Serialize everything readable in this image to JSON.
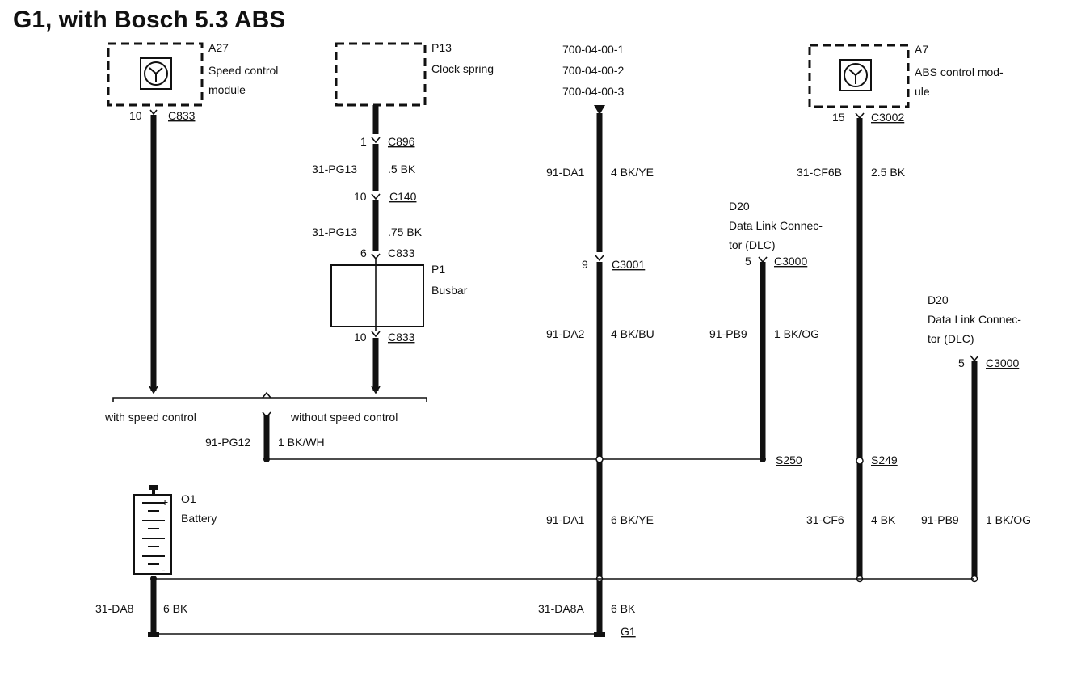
{
  "title": "G1, with Bosch 5.3 ABS",
  "components": {
    "a27": {
      "id": "A27",
      "line1": "Speed control",
      "line2": "module"
    },
    "p13": {
      "id": "P13",
      "line1": "Clock spring"
    },
    "refs": [
      "700-04-00-1",
      "700-04-00-2",
      "700-04-00-3"
    ],
    "a7": {
      "id": "A7",
      "line1": "ABS control mod-",
      "line2": "ule"
    },
    "d20a": {
      "id": "D20",
      "line1": "Data Link Connec-",
      "line2": "tor (DLC)"
    },
    "d20b": {
      "id": "D20",
      "line1": "Data Link Connec-",
      "line2": "tor (DLC)"
    },
    "p1": {
      "id": "P1",
      "line1": "Busbar"
    },
    "o1": {
      "id": "O1",
      "line1": "Battery"
    }
  },
  "connectors": {
    "a27_pin": "10",
    "a27_conn": "C833",
    "p13_pin": "1",
    "p13_conn": "C896",
    "c140_pin": "10",
    "c140_conn": "C140",
    "p1_top_pin": "6",
    "p1_top_conn": "C833",
    "p1_bot_pin": "10",
    "p1_bot_conn": "C833",
    "c3001_pin": "9",
    "c3001_conn": "C3001",
    "a7_pin": "15",
    "a7_conn": "C3002",
    "d20a_pin": "5",
    "d20a_conn": "C3000",
    "d20b_pin": "5",
    "d20b_conn": "C3000"
  },
  "wires": {
    "pg13a_circuit": "31-PG13",
    "pg13a_spec": ".5 BK",
    "pg13b_circuit": "31-PG13",
    "pg13b_spec": ".75 BK",
    "da1a_circuit": "91-DA1",
    "da1a_spec": "4 BK/YE",
    "cf6b_circuit": "31-CF6B",
    "cf6b_spec": "2.5 BK",
    "da2_circuit": "91-DA2",
    "da2_spec": "4 BK/BU",
    "pb9a_circuit": "91-PB9",
    "pb9a_spec": "1 BK/OG",
    "pg12_circuit": "91-PG12",
    "pg12_spec": "1 BK/WH",
    "da1b_circuit": "91-DA1",
    "da1b_spec": "6 BK/YE",
    "cf6_circuit": "31-CF6",
    "cf6_spec": "4 BK",
    "pb9b_circuit": "91-PB9",
    "pb9b_spec": "1 BK/OG",
    "da8_circuit": "31-DA8",
    "da8_spec": "6 BK",
    "da8a_circuit": "31-DA8A",
    "da8a_spec": "6 BK"
  },
  "options": {
    "with_speed_control": "with speed control",
    "without_speed_control": "without speed control"
  },
  "splices": {
    "s250": "S250",
    "s249": "S249"
  },
  "ground": {
    "g1": "G1"
  },
  "battery_terminals": {
    "pos": "+",
    "neg": "-"
  }
}
